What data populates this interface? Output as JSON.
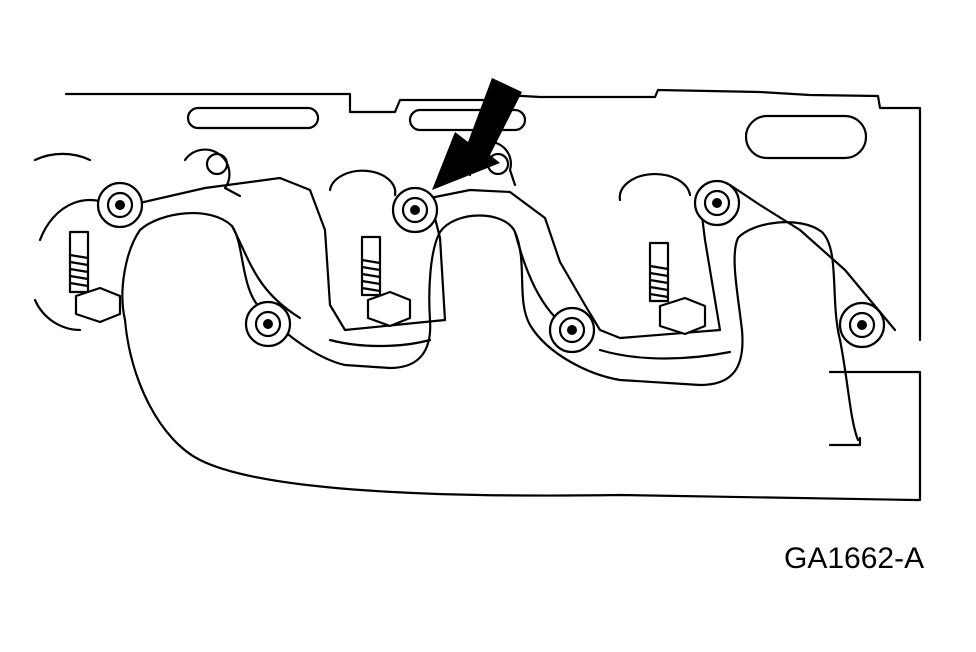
{
  "figure": {
    "id_label": "GA1662-A",
    "colors": {
      "ink": "#000000",
      "paper": "#ffffff"
    },
    "parts": {
      "nuts": [
        "nut-1",
        "nut-2",
        "nut-3",
        "nut-4",
        "nut-5",
        "nut-6",
        "nut-7",
        "nut-8"
      ],
      "studs": [
        "stud-1",
        "stud-2",
        "stud-3",
        "stud-4"
      ],
      "indicator": "arrow-icon"
    }
  }
}
